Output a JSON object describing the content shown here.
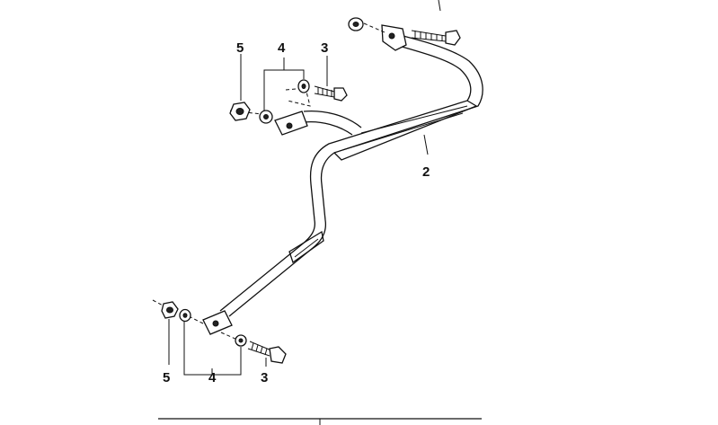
{
  "callouts": {
    "top_left": {
      "nut": "5",
      "washer": "4",
      "bolt": "3"
    },
    "bottom_left": {
      "nut": "5",
      "washer": "4",
      "bolt": "3"
    },
    "bar": "2"
  }
}
